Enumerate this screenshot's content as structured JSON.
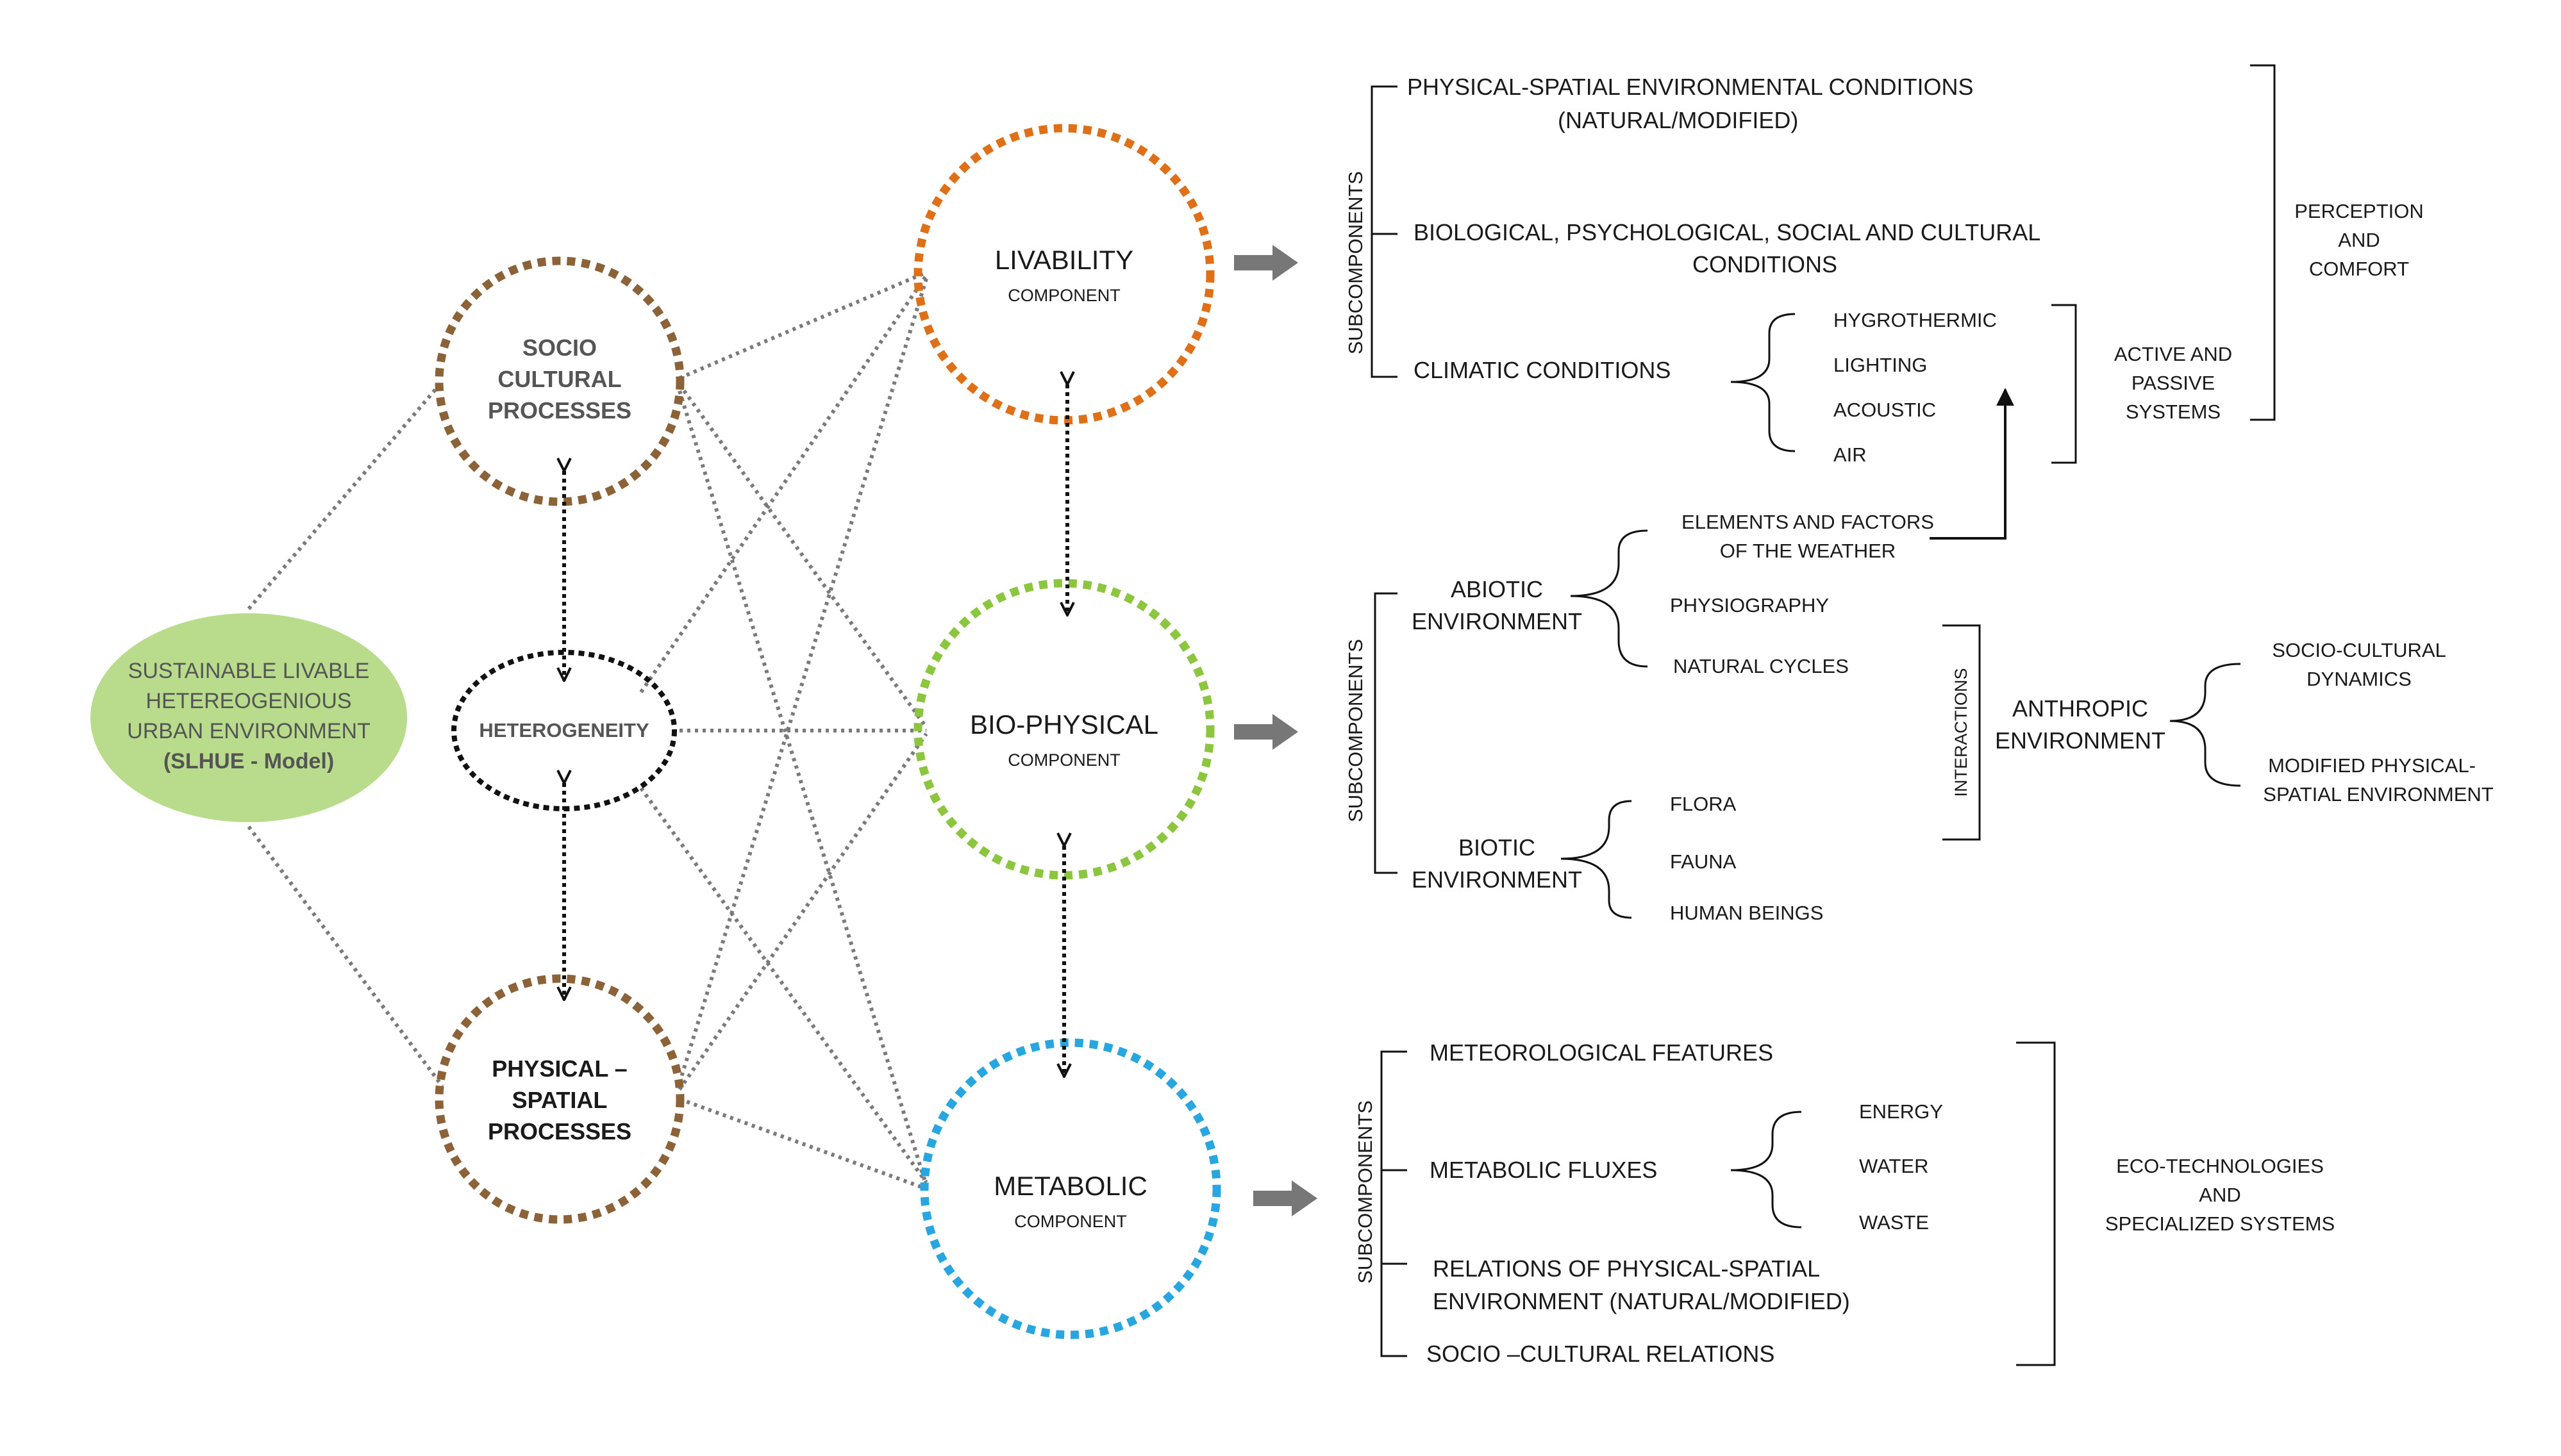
{
  "colors": {
    "model_fill": "#b8dc8c",
    "process_ring": "#8c6238",
    "livability_ring": "#e07018",
    "biophysical_ring": "#8cc63e",
    "metabolic_ring": "#27a6df",
    "heterogeneity_ring": "#111111",
    "connector": "#7a7a7a",
    "arrow": "#777777"
  },
  "model": {
    "line1": "SUSTAINABLE  LIVABLE",
    "line2": "HETEREOGENIOUS",
    "line3": "URBAN ENVIRONMENT",
    "line4": "(SLHUE - Model)"
  },
  "processes": {
    "socio": [
      "SOCIO",
      "CULTURAL",
      "PROCESSES"
    ],
    "heterogeneity": "HETEROGENEITY",
    "physical": [
      "PHYSICAL –",
      "SPATIAL",
      "PROCESSES"
    ]
  },
  "components": {
    "livability": {
      "name": "LIVABILITY",
      "sub": "COMPONENT"
    },
    "biophysical": {
      "name": "BIO-PHYSICAL",
      "sub": "COMPONENT"
    },
    "metabolic": {
      "name": "METABOLIC",
      "sub": "COMPONENT"
    }
  },
  "livability_block": {
    "label": "SUBCOMPONENTS",
    "item1_line1": "PHYSICAL-SPATIAL ENVIRONMENTAL CONDITIONS",
    "item1_line2": "(NATURAL/MODIFIED)",
    "item2_line1": "BIOLOGICAL,  PSYCHOLOGICAL, SOCIAL AND CULTURAL",
    "item2_line2": "CONDITIONS",
    "item3": "CLIMATIC  CONDITIONS",
    "climatic": [
      "HYGROTHERMIC",
      "LIGHTING",
      "ACOUSTIC",
      "AIR"
    ],
    "active": [
      "ACTIVE AND",
      "PASSIVE",
      "SYSTEMS"
    ],
    "perception": [
      "PERCEPTION",
      "AND",
      "COMFORT"
    ]
  },
  "biophysical_block": {
    "label": "SUBCOMPONENTS",
    "abiotic": [
      "ABIOTIC",
      "ENVIRONMENT"
    ],
    "abiotic_items": {
      "weather_line1": "ELEMENTS AND FACTORS",
      "weather_line2": "OF THE WEATHER",
      "physiography": "PHYSIOGRAPHY",
      "cycles": "NATURAL CYCLES"
    },
    "biotic": [
      "BIOTIC",
      "ENVIRONMENT"
    ],
    "biotic_items": [
      "FLORA",
      "FAUNA",
      "HUMAN BEINGS"
    ],
    "interactions": "INTERACTIONS",
    "anthropic": [
      "ANTHROPIC",
      "ENVIRONMENT"
    ],
    "anthropic_items": {
      "socio_line1": "SOCIO-CULTURAL",
      "socio_line2": "DYNAMICS",
      "modified_line1": "MODIFIED  PHYSICAL-",
      "modified_line2": "SPATIAL  ENVIRONMENT"
    }
  },
  "metabolic_block": {
    "label": "SUBCOMPONENTS",
    "item1": "METEOROLOGICAL FEATURES",
    "item2": "METABOLIC FLUXES",
    "fluxes": [
      "ENERGY",
      "WATER",
      "WASTE"
    ],
    "item3_line1": "RELATIONS OF PHYSICAL-SPATIAL",
    "item3_line2": "ENVIRONMENT (NATURAL/MODIFIED)",
    "item4": "SOCIO –CULTURAL RELATIONS",
    "eco": [
      "ECO-TECHNOLOGIES",
      "AND",
      "SPECIALIZED  SYSTEMS"
    ]
  }
}
